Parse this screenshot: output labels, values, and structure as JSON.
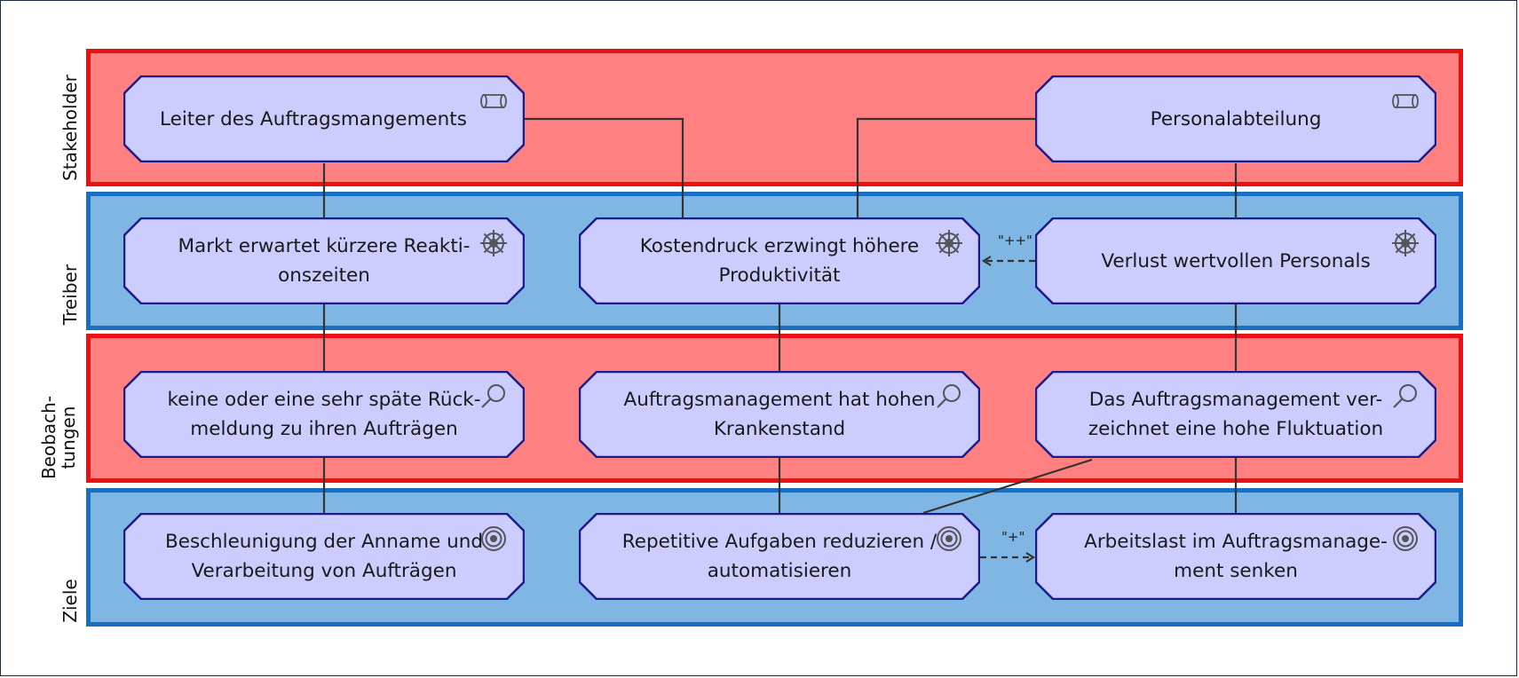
{
  "lanes": {
    "stakeholder": "Stakeholder",
    "treiber": "Treiber",
    "beobachtungen": "Beobach-\ntungen",
    "ziele": "Ziele"
  },
  "nodes": {
    "leiter": "Leiter des Auftragsmangements",
    "personal": "Personalabteilung",
    "markt": "Markt erwartet kürzere Reakti-\nonszeiten",
    "kosten": "Kostendruck erzwingt höhere\nProduktivität",
    "verlust": "Verlust wertvollen Personals",
    "rueckmeldung": "keine oder eine sehr späte Rück-\nmeldung zu ihren Aufträgen",
    "krankenstand": "Auftragsmanagement hat hohen\nKrankenstand",
    "fluktuation": "Das Auftragsmanagement ver-\nzeichnet eine hohe Fluktuation",
    "beschleunigung": "Beschleunigung der Anname und\nVerarbeitung von Aufträgen",
    "repetitiv": "Repetitive Aufgaben reduzieren /\nautomatisieren",
    "arbeitslast": "Arbeitslast im Auftragsmanage-\nment senken"
  },
  "icons": {
    "stakeholder": "stakeholder-cylinder-icon",
    "driver": "driver-wheel-icon",
    "assessment": "assessment-magnifier-icon",
    "goal": "goal-target-icon"
  },
  "edges": {
    "influence_pp": "\"++\"",
    "influence_p": "\"+\""
  },
  "colors": {
    "lane_red_fill": "#ff8080",
    "lane_red_border": "#ee1010",
    "lane_blue_fill": "#80b6e4",
    "lane_blue_border": "#1a6fbf",
    "node_fill": "#ccccff",
    "node_border": "#1a1a8c"
  }
}
